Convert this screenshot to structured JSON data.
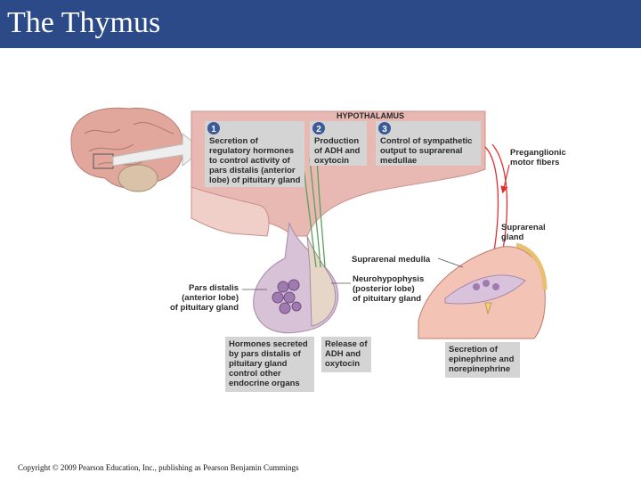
{
  "slide": {
    "title": "The Thymus",
    "copyright": "Copyright © 2009 Pearson Education, Inc., publishing as Pearson Benjamin Cummings"
  },
  "diagram": {
    "region_label": "HYPOTHALAMUS",
    "steps": [
      {
        "number": "1",
        "lines": [
          "Secretion of",
          "regulatory hormones",
          "to control activity of",
          "pars distalis (anterior",
          "lobe) of pituitary gland"
        ]
      },
      {
        "number": "2",
        "lines": [
          "Production",
          "of ADH and",
          "oxytocin"
        ]
      },
      {
        "number": "3",
        "lines": [
          "Control of sympathetic",
          "output to suprarenal",
          "medullae"
        ]
      }
    ],
    "labels": {
      "preganglionic": [
        "Preganglionic",
        "motor fibers"
      ],
      "suprarenal_gland": [
        "Suprarenal",
        "gland"
      ],
      "suprarenal_medulla": [
        "Suprarenal medulla"
      ],
      "pars_distalis": [
        "Pars distalis",
        "(anterior lobe)",
        "of pituitary gland"
      ],
      "neurohypophysis": [
        "Neurohypophysis",
        "(posterior lobe)",
        "of pituitary gland"
      ]
    },
    "outputs": {
      "hormones": [
        "Hormones secreted",
        "by pars distalis of",
        "pituitary gland",
        "control other",
        "endocrine organs"
      ],
      "release": [
        "Release of",
        "ADH and",
        "oxytocin"
      ],
      "secretion": [
        "Secretion of",
        "epinephrine and",
        "norepinephrine"
      ]
    },
    "colors": {
      "titlebar": "#2b4a87",
      "callout_box": "#d4d4d4",
      "step_badge": "#3a5a9a",
      "hypothalamus_tissue": "#e8b9b2",
      "pituitary": "#d8c2d8",
      "nerve_fibers": "#e03030"
    }
  }
}
